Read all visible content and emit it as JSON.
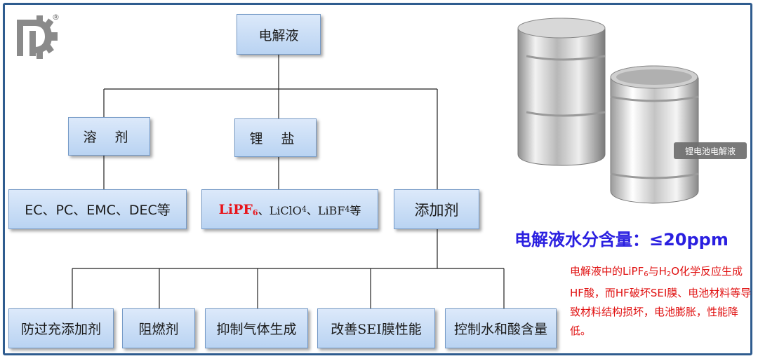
{
  "diagram": {
    "root": "电解液",
    "solvent": "溶 剂",
    "salt": "锂 盐",
    "solvent_list": "EC、PC、EMC、DEC等",
    "salt_list": {
      "highlight": "LiPF",
      "highlight_sub": "6",
      "part2": "、LiClO",
      "part2_sub": "4",
      "part3": "、LiBF",
      "part3_sub": "4",
      "part4": "等"
    },
    "additive": "添加剂",
    "additives": [
      "防过充添加剂",
      "阻燃剂",
      "抑制气体生成",
      "改善SEI膜性能",
      "控制水和酸含量"
    ]
  },
  "product": {
    "label": "锂电池电解液"
  },
  "headline": "电解液水分含量：≤20ppm",
  "description": {
    "p1": "电解液中的LiPF",
    "p1_sub": "6",
    "p2": "与H",
    "p2_sub": "2",
    "p3": "O化学反应生成HF酸，而HF破坏SEI膜、电池材料等导致材料结构损坏，电池膨胀，性能降低。"
  },
  "colors": {
    "box_fill_top": "#dce9fa",
    "box_fill_bottom": "#b9d3f2",
    "box_border": "#7499c6",
    "frame": "#2f5c8f",
    "highlight_red": "#e8141b",
    "headline_blue": "#2a1fe0",
    "description_red": "#e01010"
  }
}
